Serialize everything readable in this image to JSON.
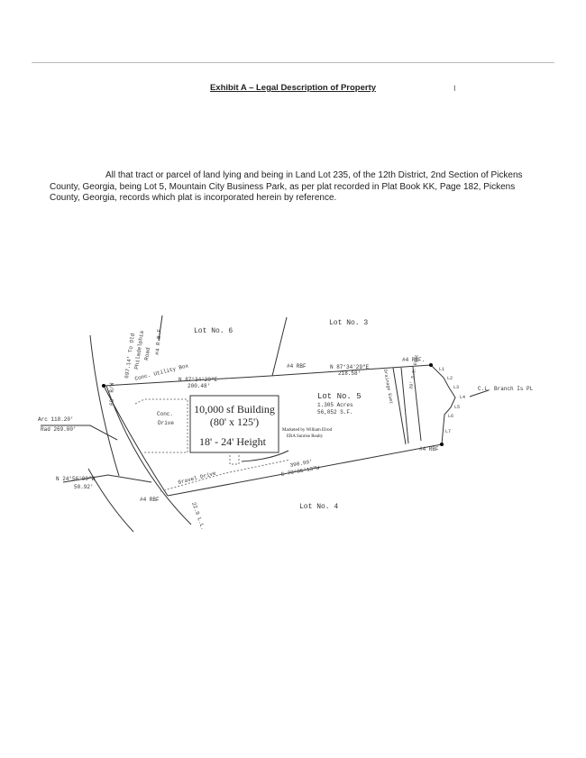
{
  "header": {
    "title": "Exhibit A – Legal Description of Property",
    "mark": "I"
  },
  "body": {
    "paragraph": "All that tract or parcel of land lying and being in Land Lot 235, of the 12th District, 2nd Section of Pickens County, Georgia, being Lot 5, Mountain City Business Park, as per plat recorded in Plat Book KK, Page 182, Pickens County, Georgia, records which plat is incorporated herein by reference."
  },
  "plat": {
    "lot6": "Lot No. 6",
    "lot3": "Lot No. 3",
    "lot5": "Lot No. 5",
    "lot5_acres": "1.305 Acres",
    "lot5_sf": "56,852 S.F.",
    "lot4": "Lot No. 4",
    "road_distance": "697.14' To Old",
    "road_name1": "Philadelphia",
    "road_name2": "Road",
    "rbf_top": "#4 R.B.F.",
    "utility_box": "Conc. Utility Box",
    "north_bearing1": "N 87°34'29\"E",
    "north_dist1": "200.48'",
    "north_bearing2": "N 87°34'29\"E",
    "north_dist2": "218.58'",
    "rbf1": "#4 RBF",
    "rbf2": "#4 RBF.",
    "rbf3": "#4 RBF",
    "rbf4": "#4 RBF",
    "row": "60' R/W",
    "conc_drive1": "Conc.",
    "conc_drive2": "Drive",
    "arc": "Arc 118.20'",
    "rad": "Rad 269.00'",
    "nw_bearing": "N 24°56'00\"W",
    "nw_dist": "50.92'",
    "gravel_drive": "Gravel Drive",
    "south_dist": "390.99'",
    "south_bearing": "S 79°05'13\"W",
    "road_label": "22.9 L.L.",
    "branch": "C.L. Branch Is PL",
    "calls": [
      "L1",
      "L2",
      "L3",
      "L4",
      "L5",
      "L6",
      "L7"
    ],
    "easement1": "Drainage Esmt",
    "easement2": "20' S.S. Esmt",
    "building_line1": "10,000 sf Building",
    "building_line2": "(80' x 125')",
    "building_line3": "18' - 24' Height",
    "marketed1": "Marketed by William Elrod",
    "marketed2": "ERA Sunrise Realty"
  }
}
